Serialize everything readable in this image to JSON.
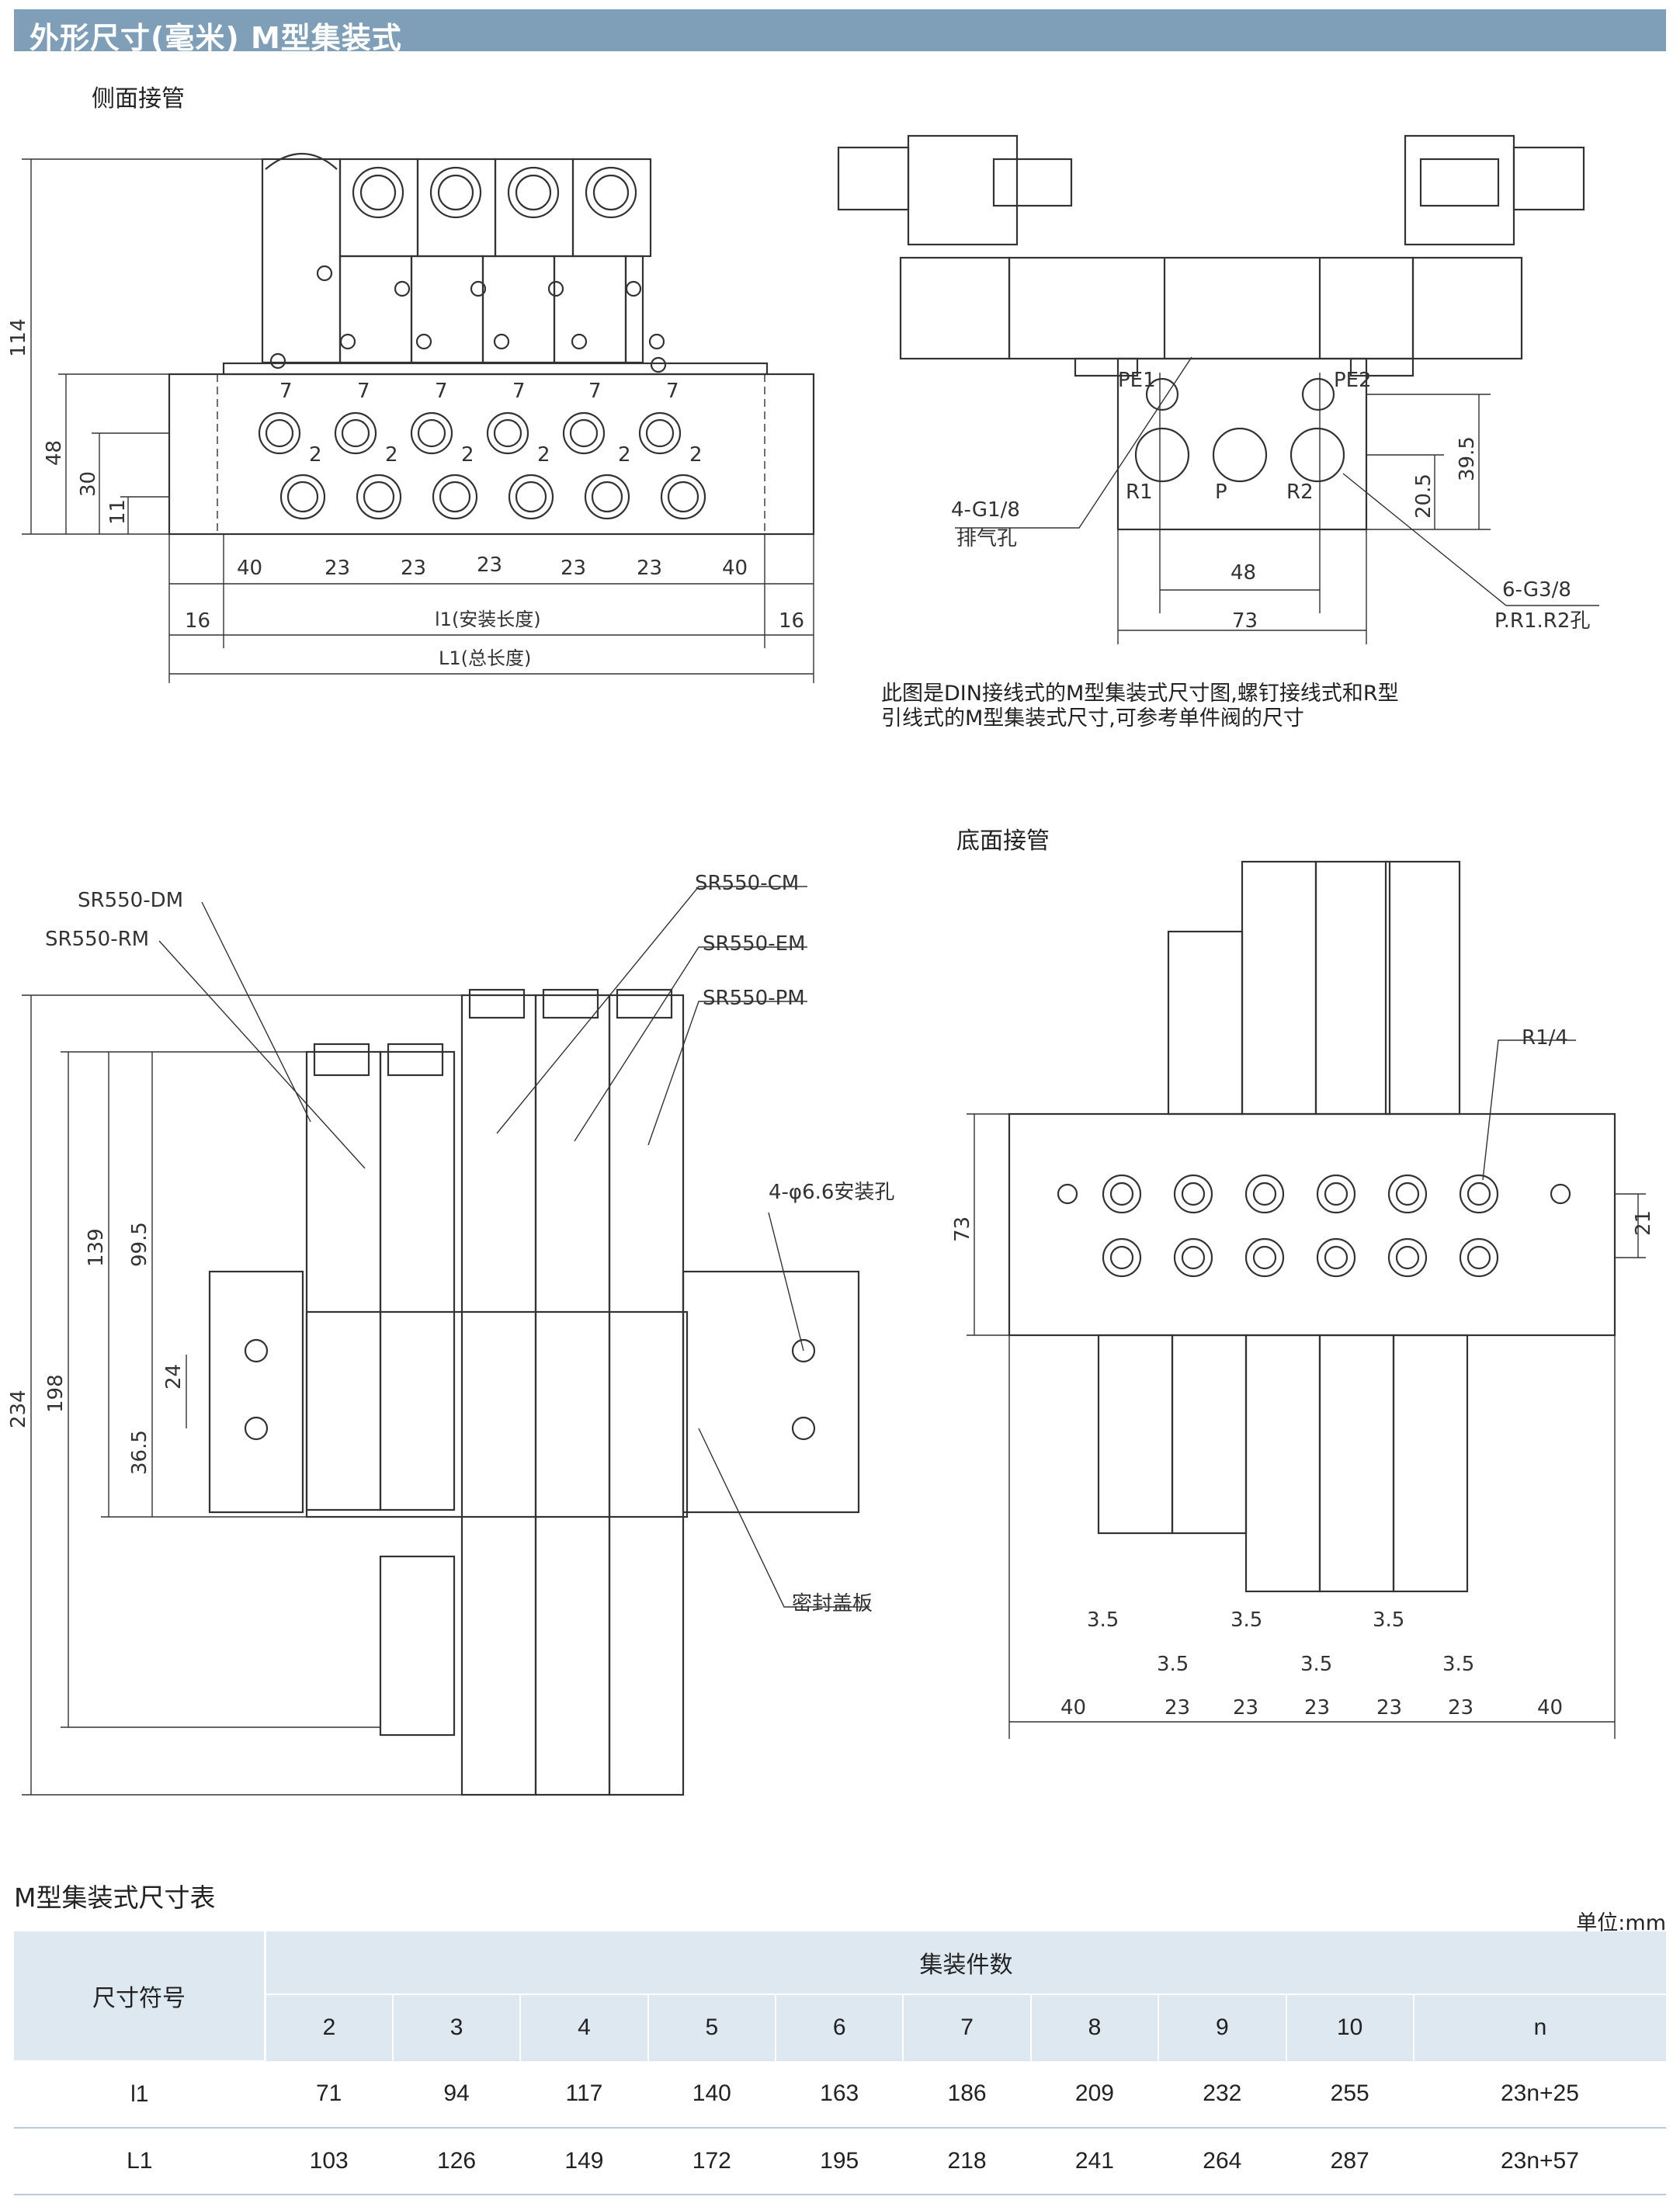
{
  "header": {
    "title": "外形尺寸(毫米)  M型集装式"
  },
  "sections": {
    "side_piping": "侧面接管",
    "bottom_piping": "底面接管"
  },
  "note": "此图是DIN接线式的M型集装式尺寸图,螺钉接线式和R型引线式的M型集装式尺寸,可参考单件阀的尺寸",
  "side_view": {
    "heights": [
      "114",
      "48",
      "30",
      "11"
    ],
    "tops": [
      "7",
      "7",
      "7",
      "7",
      "7",
      "7"
    ],
    "twos": [
      "2",
      "2",
      "2",
      "2",
      "2",
      "2"
    ],
    "pitches": [
      "40",
      "23",
      "23",
      "23",
      "23",
      "23",
      "40"
    ],
    "ends": [
      "16",
      "16"
    ],
    "l1_label": "l1(安装长度)",
    "L1_label": "L1(总长度)"
  },
  "end_view": {
    "ports": [
      "PE1",
      "PE2",
      "R1",
      "P",
      "R2"
    ],
    "exhaust_callout": "4-G1/8",
    "exhaust_callout2": "排气孔",
    "port_callout": "6-G3/8",
    "port_callout2": "P.R1.R2孔",
    "dims": [
      "48",
      "73",
      "20.5",
      "39.5"
    ]
  },
  "top_view": {
    "models": [
      "SR550-DM",
      "SR550-RM",
      "SR550-CM",
      "SR550-EM",
      "SR550-PM"
    ],
    "mount_hole": "4-φ6.6安装孔",
    "seal_plate": "密封盖板",
    "dims": [
      "234",
      "198",
      "139",
      "99.5",
      "24",
      "36.5"
    ]
  },
  "bottom_view": {
    "thread": "R1/4",
    "dims": [
      "73",
      "21"
    ],
    "offsets": [
      "3.5",
      "3.5",
      "3.5",
      "3.5",
      "3.5",
      "3.5"
    ],
    "pitches": [
      "40",
      "23",
      "23",
      "23",
      "23",
      "23",
      "40"
    ]
  },
  "table": {
    "title": "M型集装式尺寸表",
    "unit": "单位:mm",
    "symbol_header": "尺寸符号",
    "count_header": "集装件数",
    "columns": [
      "2",
      "3",
      "4",
      "5",
      "6",
      "7",
      "8",
      "9",
      "10",
      "n"
    ],
    "rows": [
      {
        "label": "l1",
        "values": [
          "71",
          "94",
          "117",
          "140",
          "163",
          "186",
          "209",
          "232",
          "255",
          "23n+25"
        ]
      },
      {
        "label": "L1",
        "values": [
          "103",
          "126",
          "149",
          "172",
          "195",
          "218",
          "241",
          "264",
          "287",
          "23n+57"
        ]
      }
    ]
  }
}
